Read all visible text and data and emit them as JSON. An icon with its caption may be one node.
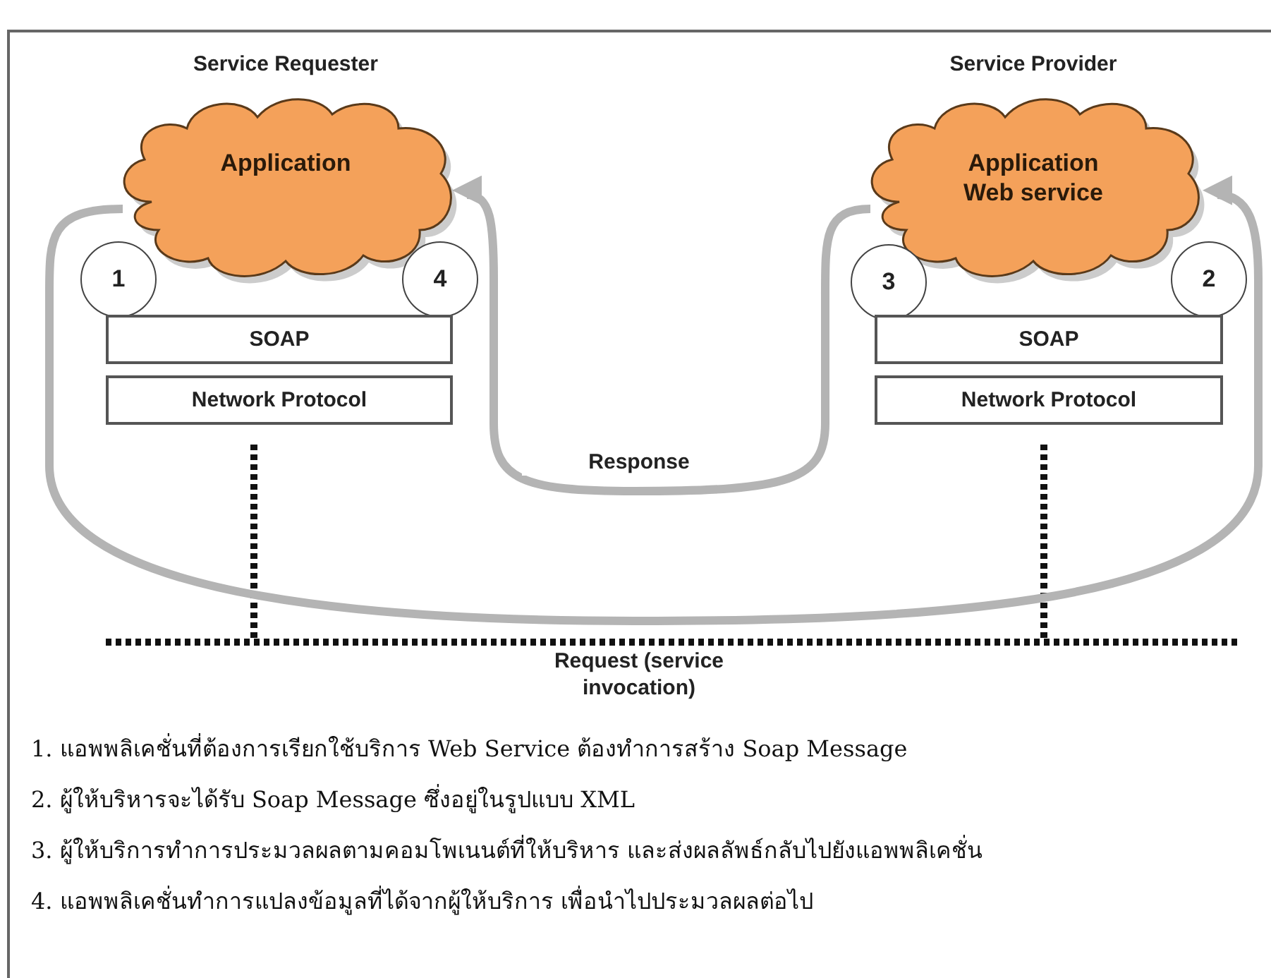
{
  "diagram": {
    "nodes": [
      {
        "text": [
          "Service Requester",
          "Application"
        ]
      },
      {
        "text": [
          "1"
        ]
      },
      {
        "text": [
          "4"
        ]
      },
      {
        "text": [
          "SOAP"
        ]
      },
      {
        "text": [
          "Network Protocol"
        ]
      },
      {
        "text": [
          "Service Provider",
          "Application Web service"
        ]
      },
      {
        "text": [
          "3"
        ]
      },
      {
        "text": [
          "2"
        ]
      },
      {
        "text": [
          "SOAP"
        ]
      },
      {
        "text": [
          "Network Protocol"
        ]
      }
    ],
    "edges": [
      {
        "from": 0,
        "to": 5,
        "arrow": "to",
        "label": "Request (service invocation)"
      },
      {
        "from": 5,
        "to": 0,
        "arrow": "to",
        "label": "Response"
      }
    ],
    "labels": [
      "1. แอพพลิเคชั่นที่ต้องการเรียกใช้บริการ Web Service ต้องทำการสร้าง Soap Message",
      "2. ผู้ให้บริหารจะได้รับ Soap Message ซึ่งอยู่ในรูปแบบ XML",
      "3. ผู้ให้บริการทำการประมวลผลตามคอมโพเนนต์ที่ให้บริหาร และส่งผลลัพธ์กลับไปยังแอพพลิเคชั่น",
      "4. แอพพลิเคชั่นทำการแปลงข้อมูลที่ได้จากผู้ให้บริการ เพื่อนำไปประมวลผลต่อไป"
    ]
  }
}
